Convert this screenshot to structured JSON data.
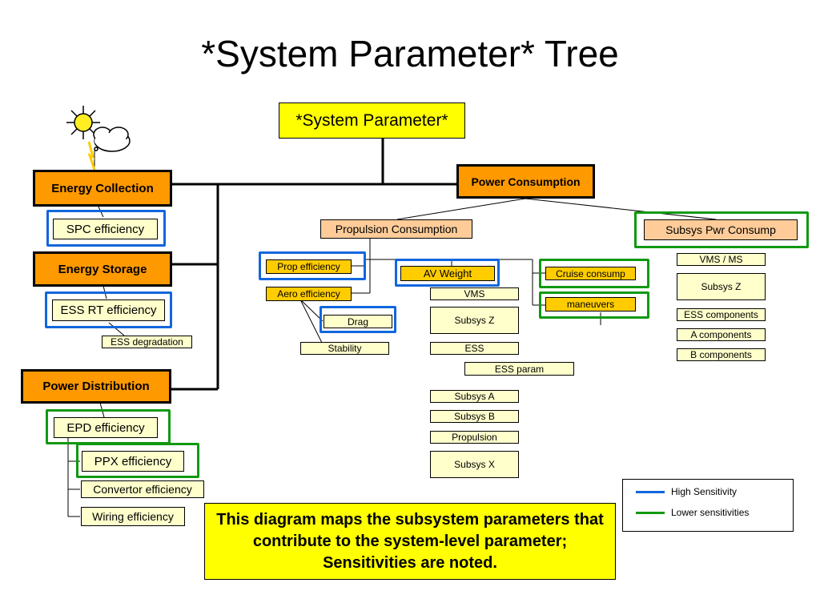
{
  "title": "*System Parameter* Tree",
  "root": "*System Parameter*",
  "energy_collection": "Energy Collection",
  "spc_efficiency": "SPC efficiency",
  "energy_storage": "Energy Storage",
  "ess_rt_efficiency": "ESS RT efficiency",
  "ess_degradation": "ESS degradation",
  "power_distribution": "Power Distribution",
  "epd_efficiency": "EPD efficiency",
  "ppx_efficiency": "PPX efficiency",
  "convertor_efficiency": "Convertor efficiency",
  "wiring_efficiency": "Wiring efficiency",
  "power_consumption": "Power Consumption",
  "propulsion_consumption": "Propulsion Consumption",
  "subsys_pwr_consump": "Subsys Pwr Consump",
  "prop_efficiency": "Prop efficiency",
  "aero_efficiency": "Aero efficiency",
  "drag": "Drag",
  "stability": "Stability",
  "av_weight": "AV Weight",
  "av_vms": "VMS",
  "av_subsys_z": "Subsys Z",
  "av_ess": "ESS",
  "ess_param": "ESS param",
  "subsys_a": "Subsys A",
  "subsys_b": "Subsys B",
  "propulsion": "Propulsion",
  "subsys_x": "Subsys X",
  "cruise_consump": "Cruise consump",
  "maneuvers": "maneuvers",
  "vms_ms": "VMS / MS",
  "right_subsys_z": "Subsys Z",
  "ess_components": "ESS components",
  "a_components": "A components",
  "b_components": "B components",
  "legend": {
    "high": "High Sensitivity",
    "lower": "Lower sensitivities",
    "high_color": "#1166dd",
    "lower_color": "#119911"
  },
  "note": "This diagram maps the subsystem parameters that contribute to the system-level parameter; Sensitivities are noted."
}
